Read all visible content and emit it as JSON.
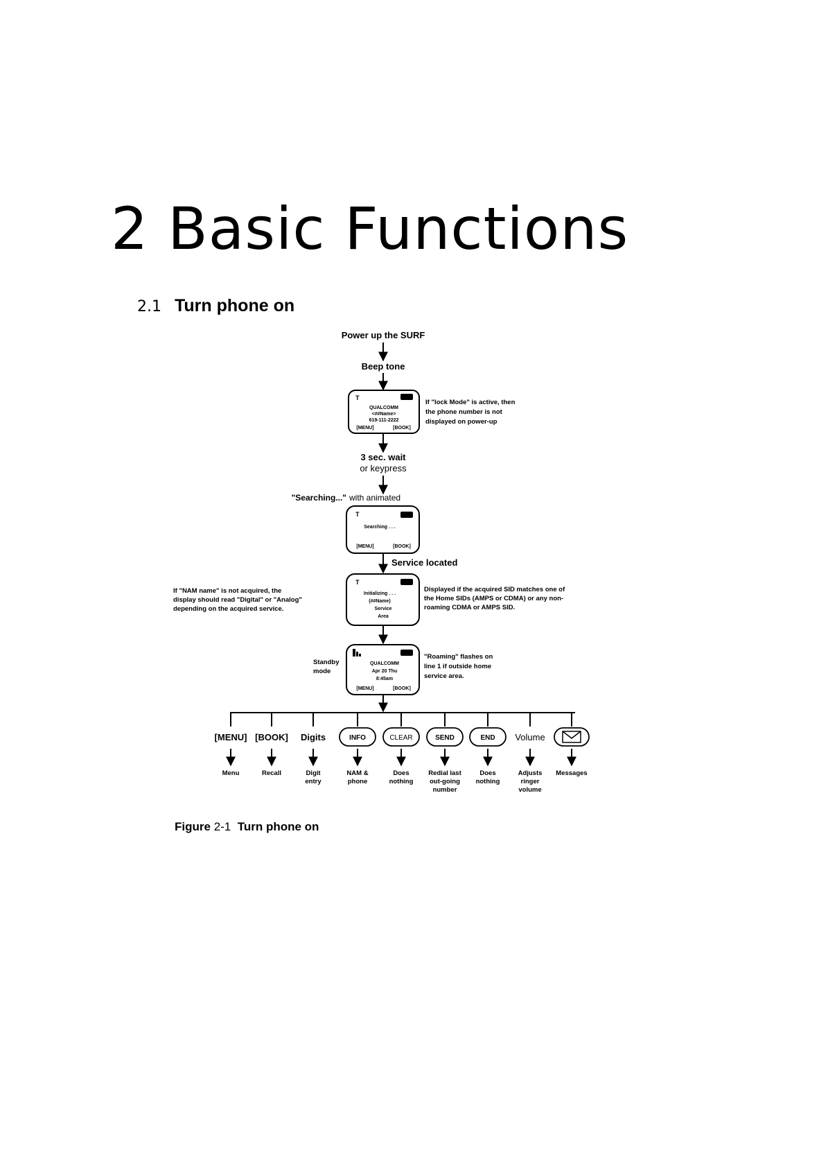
{
  "chapter": {
    "title": "2 Basic Functions"
  },
  "section": {
    "number": "2.1",
    "title": "Turn phone on"
  },
  "flow": {
    "power_up": "Power up the SURF",
    "beep": "Beep tone",
    "wait": "3 sec. wait",
    "keypress": "or keypress",
    "searching": "\"Searching...\"",
    "animated": "with animated",
    "service_located": "Service located",
    "standby_mode": [
      "Standby",
      "mode"
    ]
  },
  "screens": {
    "startup": {
      "lines": [
        "QUALCOMM",
        "<##Name>",
        "619-111-2222"
      ],
      "softkeys": [
        "[MENU]",
        "[BOOK]"
      ]
    },
    "searching": {
      "lines": [
        "Searching . . ."
      ],
      "softkeys": [
        "[MENU]",
        "[BOOK]"
      ]
    },
    "service": {
      "lines": [
        "Initializing . . .",
        "(##Name)",
        "Service",
        "Area"
      ]
    },
    "standby": {
      "lines": [
        "QUALCOMM",
        "Apr 20 Thu",
        "8:45am"
      ],
      "softkeys": [
        "[MENU]",
        "[BOOK]"
      ]
    }
  },
  "notes": {
    "lock_mode": [
      "If \"lock Mode\" is active, then",
      "the phone number is not",
      "displayed on power-up"
    ],
    "nam_name": [
      "If \"NAM name\" is not acquired, the",
      "display should read \"Digital\" or \"Analog\"",
      "depending on the acquired service."
    ],
    "sid": [
      "Displayed if the acquired SID matches one of",
      "the Home SIDs (AMPS or CDMA) or any non-",
      "roaming CDMA or AMPS SID."
    ],
    "roaming": [
      "\"Roaming\" flashes on",
      "line 1 if outside home",
      "service area."
    ]
  },
  "keys": [
    {
      "label": "[MENU]",
      "style": "text",
      "result": [
        "Menu"
      ]
    },
    {
      "label": "[BOOK]",
      "style": "text",
      "result": [
        "Recall"
      ]
    },
    {
      "label": "Digits",
      "style": "text",
      "result": [
        "Digit",
        "entry"
      ]
    },
    {
      "label": "INFO",
      "style": "button",
      "result": [
        "NAM &",
        "phone"
      ]
    },
    {
      "label": "CLEAR",
      "style": "button",
      "result": [
        "Does",
        "nothing"
      ]
    },
    {
      "label": "SEND",
      "style": "button",
      "result": [
        "Redial last",
        "out-going",
        "number"
      ]
    },
    {
      "label": "END",
      "style": "button",
      "result": [
        "Does",
        "nothing"
      ]
    },
    {
      "label": "Volume",
      "style": "plain",
      "result": [
        "Adjusts",
        "ringer",
        "volume"
      ]
    },
    {
      "label": "envelope-icon",
      "style": "icon",
      "result": [
        "Messages"
      ]
    }
  ],
  "figure": {
    "label": "Figure",
    "number": "2-1",
    "title": "Turn phone on"
  }
}
